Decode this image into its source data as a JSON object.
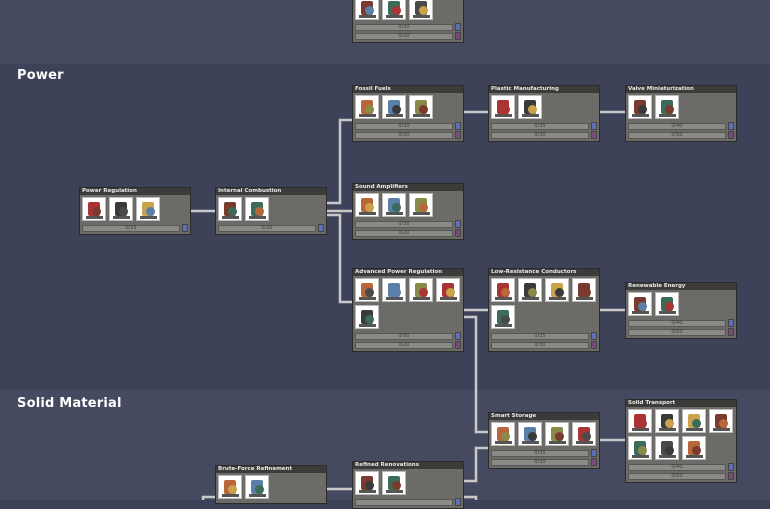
{
  "sections": [
    {
      "label": "Power"
    },
    {
      "label": "Solid Material"
    }
  ],
  "colors": {
    "research": "#5d6fb8",
    "advanced": "#7a4a7a",
    "link": "#c9c9c9"
  },
  "nodes": [
    {
      "title": "",
      "icons": [
        "pipe-icon",
        "machine-icon",
        "robot-icon"
      ],
      "bars": [
        {
          "value": "0/30",
          "type": "research"
        },
        {
          "value": "0/20",
          "type": "advanced"
        }
      ]
    },
    {
      "title": "Fossil Fuels",
      "icons": [
        "generator-icon",
        "refinery-icon",
        "petroleum-generator-icon"
      ],
      "bars": [
        {
          "value": "0/30",
          "type": "research"
        },
        {
          "value": "0/20",
          "type": "advanced"
        }
      ]
    },
    {
      "title": "Plastic Manufacturing",
      "icons": [
        "polymer-press-icon",
        "oil-well-icon"
      ],
      "bars": [
        {
          "value": "0/35",
          "type": "research"
        },
        {
          "value": "0/30",
          "type": "advanced"
        }
      ]
    },
    {
      "title": "Valve Miniaturization",
      "icons": [
        "mini-pump-icon",
        "mini-gas-pump-icon"
      ],
      "bars": [
        {
          "value": "0/40",
          "type": "research"
        },
        {
          "value": "0/50",
          "type": "advanced"
        }
      ]
    },
    {
      "title": "Sound Amplifiers",
      "icons": [
        "jukebox-icon",
        "console-icon",
        "speaker-icon"
      ],
      "bars": [
        {
          "value": "0/30",
          "type": "research"
        },
        {
          "value": "0/20",
          "type": "advanced"
        }
      ]
    },
    {
      "title": "Power Regulation",
      "icons": [
        "battery-icon",
        "transformer-icon",
        "wire-bridge-icon"
      ],
      "bars": [
        {
          "value": "0/15",
          "type": "research"
        }
      ]
    },
    {
      "title": "Internal Combustion",
      "icons": [
        "wood-burner-icon",
        "hydrogen-generator-icon"
      ],
      "bars": [
        {
          "value": "0/20",
          "type": "research"
        }
      ]
    },
    {
      "title": "Advanced Power Regulation",
      "icons": [
        "power-control-icon",
        "large-transformer-icon",
        "steam-turbine-icon",
        "circuit-icon",
        "conductive-wire-icon"
      ],
      "bars": [
        {
          "value": "0/30",
          "type": "research"
        },
        {
          "value": "0/20",
          "type": "advanced"
        }
      ]
    },
    {
      "title": "Low-Resistance Conductors",
      "icons": [
        "conductor-icon",
        "heavy-wire-bridge-icon",
        "joint-plate-icon",
        "heavy-wire-icon",
        "wire-coil-icon"
      ],
      "bars": [
        {
          "value": "0/35",
          "type": "research"
        },
        {
          "value": "0/30",
          "type": "advanced"
        }
      ]
    },
    {
      "title": "Renewable Energy",
      "icons": [
        "solar-panel-icon",
        "battery-bank-icon"
      ],
      "bars": [
        {
          "value": "0/40",
          "type": "research"
        },
        {
          "value": "0/50",
          "type": "advanced"
        }
      ]
    },
    {
      "title": "Smart Storage",
      "icons": [
        "storage-bin-icon",
        "conveyor-loader-icon",
        "valve-icon",
        "smart-locker-icon"
      ],
      "bars": [
        {
          "value": "0/35",
          "type": "research"
        },
        {
          "value": "0/30",
          "type": "advanced"
        }
      ]
    },
    {
      "title": "Solid Transport",
      "icons": [
        "auto-sweeper-icon",
        "rail-icon",
        "conveyor-receptacle-icon",
        "loader-icon",
        "chute-icon",
        "shutoff-icon",
        "bridge-icon"
      ],
      "bars": [
        {
          "value": "0/40",
          "type": "research"
        },
        {
          "value": "0/50",
          "type": "advanced"
        }
      ]
    },
    {
      "title": "Refined Renovations",
      "icons": [
        "pole-icon",
        "window-tile-icon"
      ],
      "bars": [
        {
          "value": "",
          "type": "research"
        }
      ]
    },
    {
      "title": "Brute-Force Refinement",
      "icons": [
        "rock-crusher-icon",
        "kiln-icon"
      ],
      "bars": []
    }
  ]
}
